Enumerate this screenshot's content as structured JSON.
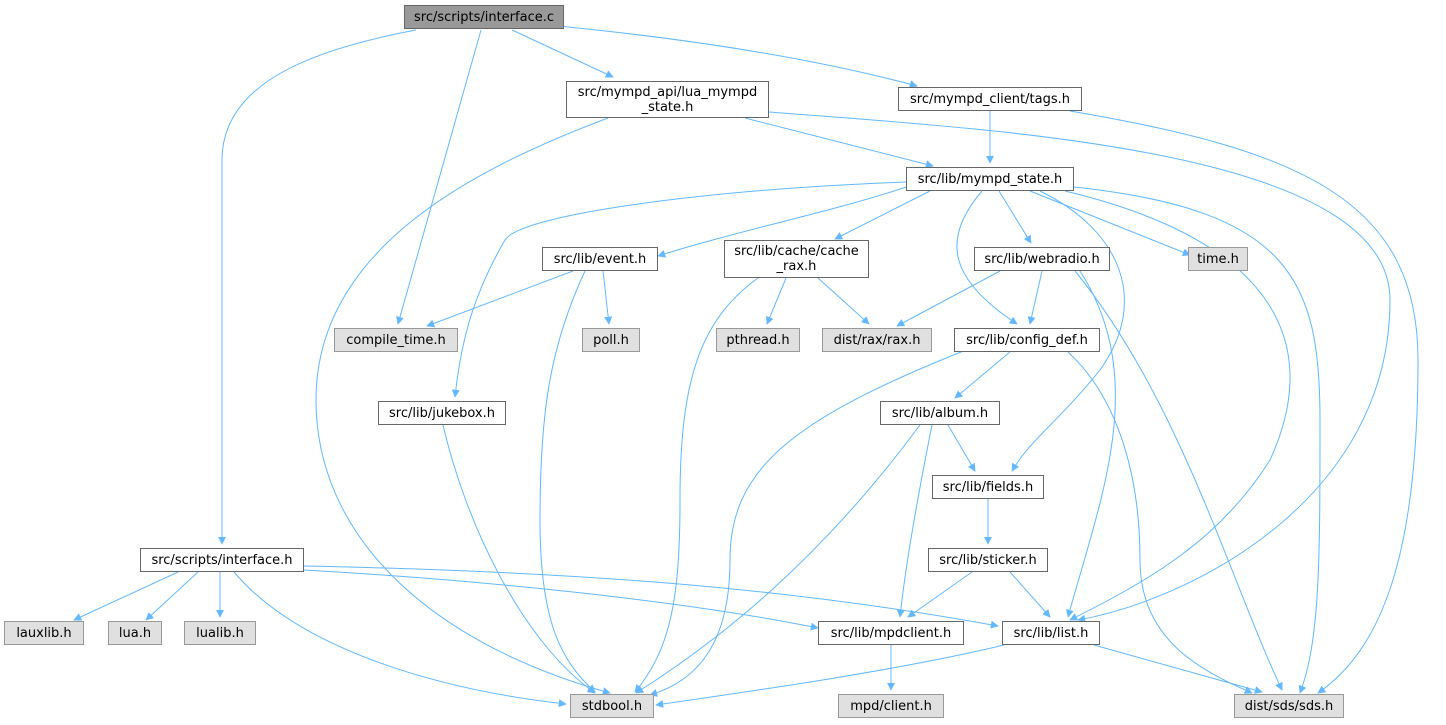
{
  "graph": {
    "colors": {
      "edge": "#63b8ff",
      "node_border": "#666666",
      "root_fill": "#999999",
      "system_fill": "#e0e0e0",
      "normal_fill": "#ffffff"
    },
    "nodes": [
      {
        "id": "root",
        "label": "src/scripts/interface.c",
        "kind": "root"
      },
      {
        "id": "lua_state",
        "label": "src/mympd_api/lua_mympd\n_state.h",
        "kind": "normal"
      },
      {
        "id": "tags",
        "label": "src/mympd_client/tags.h",
        "kind": "normal"
      },
      {
        "id": "mympd_state",
        "label": "src/lib/mympd_state.h",
        "kind": "normal"
      },
      {
        "id": "event",
        "label": "src/lib/event.h",
        "kind": "normal"
      },
      {
        "id": "cache_rax",
        "label": "src/lib/cache/cache\n_rax.h",
        "kind": "normal"
      },
      {
        "id": "webradio",
        "label": "src/lib/webradio.h",
        "kind": "normal"
      },
      {
        "id": "time",
        "label": "time.h",
        "kind": "system"
      },
      {
        "id": "compile_time",
        "label": "compile_time.h",
        "kind": "system"
      },
      {
        "id": "poll",
        "label": "poll.h",
        "kind": "system"
      },
      {
        "id": "pthread",
        "label": "pthread.h",
        "kind": "system"
      },
      {
        "id": "rax",
        "label": "dist/rax/rax.h",
        "kind": "system"
      },
      {
        "id": "config_def",
        "label": "src/lib/config_def.h",
        "kind": "normal"
      },
      {
        "id": "jukebox",
        "label": "src/lib/jukebox.h",
        "kind": "normal"
      },
      {
        "id": "album",
        "label": "src/lib/album.h",
        "kind": "normal"
      },
      {
        "id": "fields",
        "label": "src/lib/fields.h",
        "kind": "normal"
      },
      {
        "id": "sticker",
        "label": "src/lib/sticker.h",
        "kind": "normal"
      },
      {
        "id": "interface_h",
        "label": "src/scripts/interface.h",
        "kind": "normal"
      },
      {
        "id": "lauxlib",
        "label": "lauxlib.h",
        "kind": "system"
      },
      {
        "id": "lua",
        "label": "lua.h",
        "kind": "system"
      },
      {
        "id": "lualib",
        "label": "lualib.h",
        "kind": "system"
      },
      {
        "id": "mpdclient",
        "label": "src/lib/mpdclient.h",
        "kind": "normal"
      },
      {
        "id": "list",
        "label": "src/lib/list.h",
        "kind": "normal"
      },
      {
        "id": "stdbool",
        "label": "stdbool.h",
        "kind": "system"
      },
      {
        "id": "mpd_client",
        "label": "mpd/client.h",
        "kind": "system"
      },
      {
        "id": "sds",
        "label": "dist/sds/sds.h",
        "kind": "system"
      }
    ],
    "edges": [
      [
        "root",
        "interface_h"
      ],
      [
        "root",
        "compile_time"
      ],
      [
        "root",
        "lua_state"
      ],
      [
        "root",
        "tags"
      ],
      [
        "lua_state",
        "stdbool"
      ],
      [
        "lua_state",
        "mympd_state"
      ],
      [
        "lua_state",
        "list"
      ],
      [
        "tags",
        "mympd_state"
      ],
      [
        "tags",
        "sds"
      ],
      [
        "mympd_state",
        "event"
      ],
      [
        "mympd_state",
        "cache_rax"
      ],
      [
        "mympd_state",
        "webradio"
      ],
      [
        "mympd_state",
        "time"
      ],
      [
        "mympd_state",
        "config_def"
      ],
      [
        "mympd_state",
        "jukebox"
      ],
      [
        "mympd_state",
        "fields"
      ],
      [
        "mympd_state",
        "list"
      ],
      [
        "mympd_state",
        "sds"
      ],
      [
        "event",
        "compile_time"
      ],
      [
        "event",
        "poll"
      ],
      [
        "event",
        "stdbool"
      ],
      [
        "cache_rax",
        "pthread"
      ],
      [
        "cache_rax",
        "rax"
      ],
      [
        "cache_rax",
        "stdbool"
      ],
      [
        "webradio",
        "rax"
      ],
      [
        "webradio",
        "config_def"
      ],
      [
        "webradio",
        "list"
      ],
      [
        "webradio",
        "sds"
      ],
      [
        "config_def",
        "album"
      ],
      [
        "config_def",
        "stdbool"
      ],
      [
        "config_def",
        "sds"
      ],
      [
        "jukebox",
        "stdbool"
      ],
      [
        "album",
        "fields"
      ],
      [
        "album",
        "mpdclient"
      ],
      [
        "album",
        "stdbool"
      ],
      [
        "fields",
        "sticker"
      ],
      [
        "sticker",
        "mpdclient"
      ],
      [
        "sticker",
        "list"
      ],
      [
        "interface_h",
        "lauxlib"
      ],
      [
        "interface_h",
        "lua"
      ],
      [
        "interface_h",
        "lualib"
      ],
      [
        "interface_h",
        "mpdclient"
      ],
      [
        "interface_h",
        "list"
      ],
      [
        "interface_h",
        "stdbool"
      ],
      [
        "mpdclient",
        "mpd_client"
      ],
      [
        "list",
        "stdbool"
      ],
      [
        "list",
        "sds"
      ]
    ]
  }
}
